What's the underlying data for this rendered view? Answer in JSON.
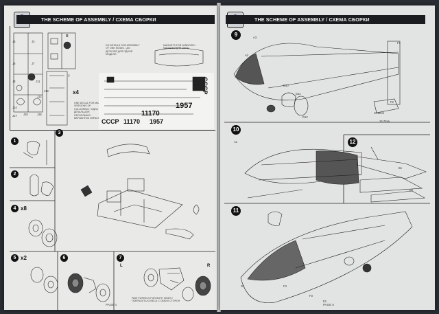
{
  "left_page": {
    "header_title": "THE SCHEME OF ASSEMBLY / СХЕМА СБОРКИ",
    "page_number": "PAGE 4",
    "notes": {
      "detail_note": "DO DETAILS FOR ASSEMBLY OF ONE MODEL / ДО ДЕТАЛЕЙ ДЛЯ ОДНОЙ МОДЕЛИ",
      "right_note": "MAGNETS FOR WINDOWS / МАГНИТЫ ДЛЯ ОКНА",
      "decal_note": "ONE DECAL FOR MANY VERSIONS OF COLOURING / ОДНА ДЕКАЛЬ ДЛЯ НЕСКОЛЬКИХ ВАРИАНТОВ ОКРАСКИ",
      "wheels_note": "PAINT WHEELS FOR BOTH SIDES / ПОКРАСИТЬ КОЛЕСА С ОБЕИХ СТОРОН"
    },
    "multiplier_x4": "x4",
    "decal_marks": {
      "cccp": "СССР",
      "serial": "11170",
      "year": "1957"
    },
    "steps": [
      {
        "num": "1"
      },
      {
        "num": "2"
      },
      {
        "num": "3"
      },
      {
        "num": "4",
        "mult": "x8"
      },
      {
        "num": "5",
        "mult": "x2"
      },
      {
        "num": "6"
      },
      {
        "num": "7"
      }
    ],
    "step7_letters": {
      "L": "L",
      "R": "R"
    },
    "sprue_labels": [
      "J5",
      "J3",
      "J6",
      "J7",
      "J8",
      "J11",
      "J13",
      "J12",
      "J14",
      "J15",
      "J16",
      "J17",
      "R",
      "I"
    ]
  },
  "right_page": {
    "header_title": "THE SCHEME OF ASSEMBLY / СХЕМА СБОРКИ",
    "page_number": "PAGE 5",
    "steps": [
      {
        "num": "9"
      },
      {
        "num": "10"
      },
      {
        "num": "11"
      },
      {
        "num": "12"
      }
    ],
    "dimension_labels": [
      "18.5mm",
      "15.7mm"
    ],
    "part_labels": [
      "A3",
      "A2",
      "A1",
      "B1",
      "B2",
      "D10",
      "D11",
      "D12",
      "E1",
      "F4",
      "G1",
      "F3",
      "F2",
      "F1"
    ]
  }
}
